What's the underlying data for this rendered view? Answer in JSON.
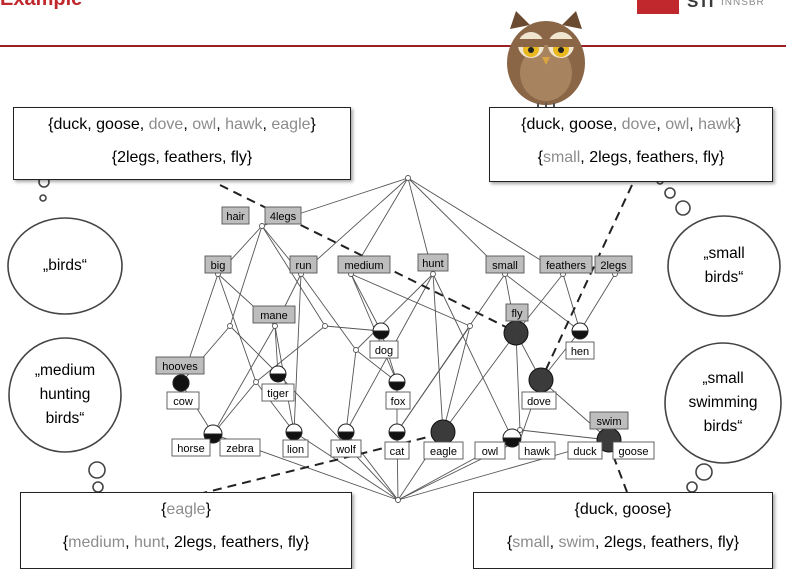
{
  "header": {
    "title": "Example",
    "logo_text": "STI",
    "logo_sub": "INNSBR",
    "brand_color": "#c0282d"
  },
  "callouts": {
    "top_left": {
      "line1": [
        [
          "{duck, goose, ",
          0
        ],
        [
          "dove",
          1
        ],
        [
          ", ",
          0
        ],
        [
          "owl",
          1
        ],
        [
          ", ",
          0
        ],
        [
          "hawk",
          1
        ],
        [
          ", ",
          0
        ],
        [
          "eagle",
          1
        ],
        [
          "}",
          0
        ]
      ],
      "line2": [
        [
          "{2legs, feathers, fly}",
          0
        ]
      ]
    },
    "top_right": {
      "line1": [
        [
          "{duck, goose, ",
          0
        ],
        [
          "dove",
          1
        ],
        [
          ", ",
          0
        ],
        [
          "owl",
          1
        ],
        [
          ", ",
          0
        ],
        [
          "hawk",
          1
        ],
        [
          "}",
          0
        ]
      ],
      "line2": [
        [
          "{",
          0
        ],
        [
          "small",
          1
        ],
        [
          ", 2legs, feathers, fly}",
          0
        ]
      ]
    },
    "bottom_left": {
      "line1": [
        [
          "{",
          0
        ],
        [
          "eagle",
          1
        ],
        [
          "}",
          0
        ]
      ],
      "line2": [
        [
          "{",
          0
        ],
        [
          "medium",
          1
        ],
        [
          ", ",
          0
        ],
        [
          "hunt",
          1
        ],
        [
          ", 2legs, feathers, fly}",
          0
        ]
      ]
    },
    "bottom_right": {
      "line1": [
        [
          "{duck, goose}",
          0
        ]
      ],
      "line2": [
        [
          "{",
          0
        ],
        [
          "small",
          1
        ],
        [
          ", ",
          0
        ],
        [
          "swim",
          1
        ],
        [
          ", 2legs, feathers, fly}",
          0
        ]
      ]
    }
  },
  "clouds": {
    "birds": [
      "„birds“"
    ],
    "medium_hunting_birds": [
      "„medium",
      "hunting",
      "birds“"
    ],
    "small_birds": [
      "„small",
      "birds“"
    ],
    "small_swimming_birds": [
      "„small",
      "swimming",
      "birds“"
    ]
  },
  "attributes": [
    "hair",
    "4legs",
    "big",
    "run",
    "medium",
    "hunt",
    "small",
    "feathers",
    "2legs",
    "mane",
    "hooves",
    "fly",
    "swim"
  ],
  "objects": [
    "cow",
    "tiger",
    "horse",
    "zebra",
    "lion",
    "wolf",
    "cat",
    "eagle",
    "owl",
    "hawk",
    "duck",
    "goose",
    "dog",
    "fox",
    "dove",
    "hen"
  ],
  "colors": {
    "attribute_fill": "#bdbdbd",
    "highlight_node": "#3b3b3b",
    "edge": "#555555",
    "grey_text": "#8c8c8c"
  }
}
